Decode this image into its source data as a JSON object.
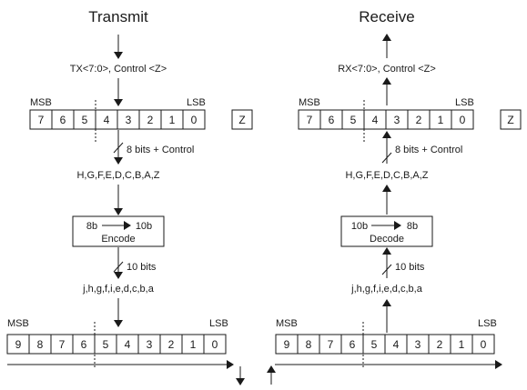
{
  "transmit": {
    "title": "Transmit",
    "input_label": "TX<7:0>, Control <Z>",
    "msb_label": "MSB",
    "lsb_label": "LSB",
    "byte_cells": [
      "7",
      "6",
      "5",
      "4",
      "3",
      "2",
      "1",
      "0"
    ],
    "z_cell": "Z",
    "bus_label": "8 bits + Control",
    "letters_label": "H,G,F,E,D,C,B,A,Z",
    "box_left": "8b",
    "box_right": "10b",
    "box_caption": "Encode",
    "bus2_label": "10 bits",
    "code_label": "j,h,g,f,i,e,d,c,b,a",
    "ten_msb": "MSB",
    "ten_lsb": "LSB",
    "ten_cells": [
      "9",
      "8",
      "7",
      "6",
      "5",
      "4",
      "3",
      "2",
      "1",
      "0"
    ]
  },
  "receive": {
    "title": "Receive",
    "output_label": "RX<7:0>, Control <Z>",
    "msb_label": "MSB",
    "lsb_label": "LSB",
    "byte_cells": [
      "7",
      "6",
      "5",
      "4",
      "3",
      "2",
      "1",
      "0"
    ],
    "z_cell": "Z",
    "bus_label": "8 bits + Control",
    "letters_label": "H,G,F,E,D,C,B,A,Z",
    "box_left": "10b",
    "box_right": "8b",
    "box_caption": "Decode",
    "bus2_label": "10 bits",
    "code_label": "j,h,g,f,i,e,d,c,b,a",
    "ten_msb": "MSB",
    "ten_lsb": "LSB",
    "ten_cells": [
      "9",
      "8",
      "7",
      "6",
      "5",
      "4",
      "3",
      "2",
      "1",
      "0"
    ]
  }
}
